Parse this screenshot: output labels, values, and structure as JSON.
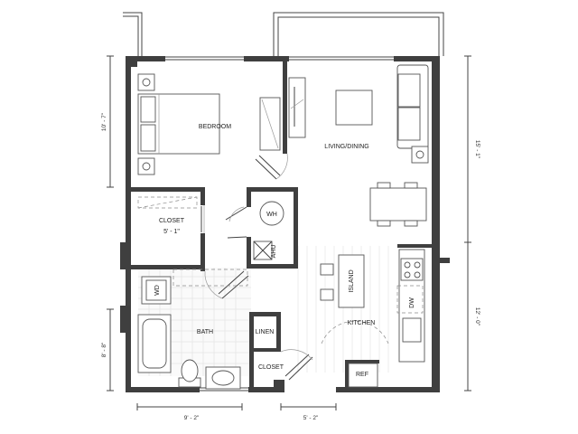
{
  "rooms": {
    "bedroom": "BEDROOM",
    "living_dining": "LIVING/DINING",
    "closet_1": "CLOSET",
    "closet_1_dim": "5' - 1\"",
    "wh": "WH",
    "ahu": "AHU",
    "wd": "WD",
    "island": "ISLAND",
    "dw": "DW",
    "kitchen": "KITCHEN",
    "bath": "BATH",
    "linen": "LINEN",
    "closet_2": "CLOSET",
    "ref": "REF"
  },
  "dimensions": {
    "left_upper": "10' - 7\"",
    "left_lower": "8' - 8\"",
    "right_upper": "15' - 1\"",
    "right_lower": "12' - 0\"",
    "bottom_left": "9' - 2\"",
    "bottom_right": "5' - 2\""
  }
}
